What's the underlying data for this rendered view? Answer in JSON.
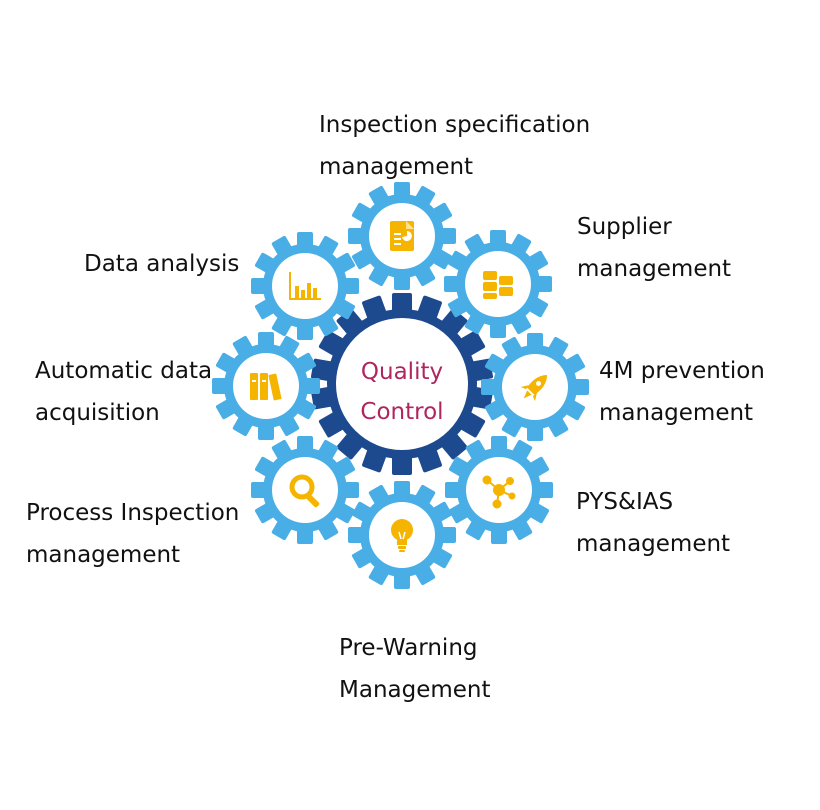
{
  "center": {
    "line1": "Quality",
    "line2": "Control"
  },
  "labels": {
    "inspection_spec": {
      "line1": "Inspection specification",
      "line2": "management"
    },
    "supplier": {
      "line1": "Supplier",
      "line2": "management"
    },
    "data_analysis": {
      "line1": "Data analysis"
    },
    "auto_data": {
      "line1": "Automatic data",
      "line2": "acquisition"
    },
    "prevention_4m": {
      "line1": "4M prevention",
      "line2": "management"
    },
    "process_inspection": {
      "line1": "Process Inspection",
      "line2": "management"
    },
    "pys_ias": {
      "line1": "PYS&IAS",
      "line2": "management"
    },
    "pre_warning": {
      "line1": "Pre-Warning",
      "line2": "Management"
    }
  },
  "colors": {
    "gear_blue": "#4aaee6",
    "center_gear": "#1d4a8f",
    "icon_yellow": "#f5b400",
    "center_text": "#b0255e"
  },
  "icons": {
    "inspection_spec": "document-chart-icon",
    "supplier": "stacked-coins-icon",
    "data_analysis": "bar-chart-icon",
    "auto_data": "binders-icon",
    "prevention_4m": "rocket-icon",
    "process_inspection": "magnifier-icon",
    "pys_ias": "network-nodes-icon",
    "pre_warning": "lightbulb-icon"
  }
}
